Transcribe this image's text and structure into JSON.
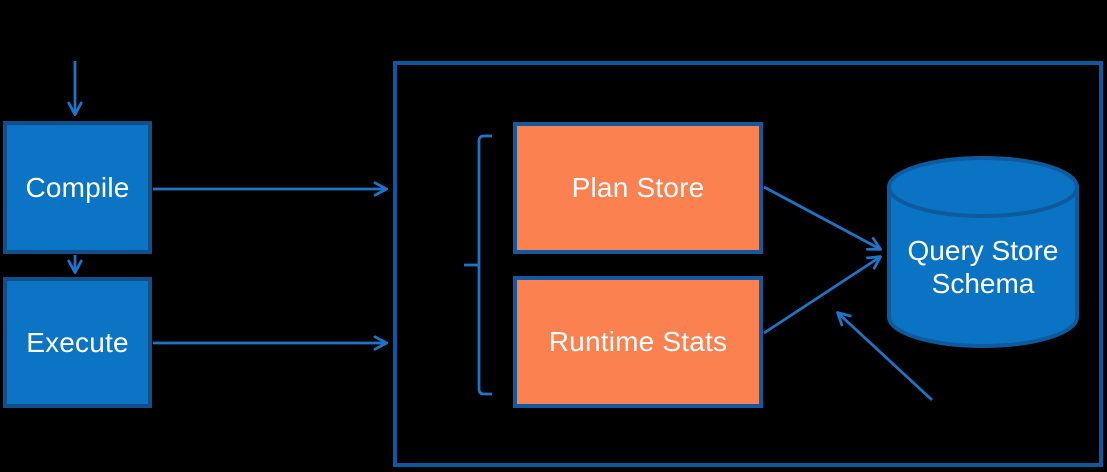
{
  "nodes": {
    "compile": {
      "label": "Compile"
    },
    "execute": {
      "label": "Execute"
    },
    "plan_store": {
      "label": "Plan Store"
    },
    "runtime_stats": {
      "label": "Runtime Stats"
    },
    "query_store_schema": {
      "label": "Query Store Schema"
    }
  },
  "colors": {
    "background": "#000000",
    "blue_box_fill": "#0b74c4",
    "blue_box_border": "#114f8b",
    "orange_box_fill": "#fb8150",
    "orange_box_border": "#12599e",
    "container_border": "#0d589e",
    "arrow": "#1b75c8",
    "cylinder_fill": "#0a73c4",
    "cylinder_stroke": "#0d5a9c",
    "label_text": "#ffffff"
  }
}
